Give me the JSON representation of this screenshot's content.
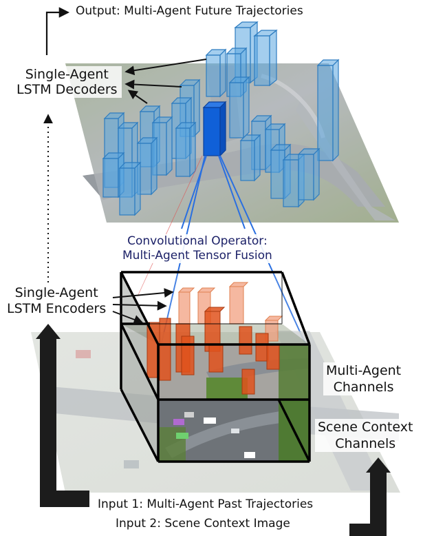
{
  "title_output": "Output: Multi-Agent Future Trajectories",
  "decoders_label": [
    "Single-Agent",
    "LSTM Decoders"
  ],
  "fusion_label": [
    "Convolutional Operator:",
    "Multi-Agent Tensor Fusion"
  ],
  "encoders_label": [
    "Single-Agent",
    "LSTM Encoders"
  ],
  "multi_agent_channels_label": [
    "Multi-Agent",
    "Channels"
  ],
  "scene_context_channels_label": [
    "Scene Context",
    "Channels"
  ],
  "input1_label": "Input 1: Multi-Agent Past Trajectories",
  "input2_label": "Input 2: Scene Context Image",
  "colors": {
    "decoder_bar": "#5aa6e0",
    "decoder_bar_highlight": "#1060d8",
    "encoder_bar": "#f2a080",
    "encoder_bar_dark": "#e0521c",
    "road": "#8a8f96",
    "grass": "#6f8e4e",
    "arrow_black": "#111111",
    "fusion_text": "#1a1f66",
    "projection_line": "#2a6fe0"
  },
  "icons": [
    "arrow-right-icon",
    "arrow-up-icon",
    "dotted-arrow-icon"
  ]
}
